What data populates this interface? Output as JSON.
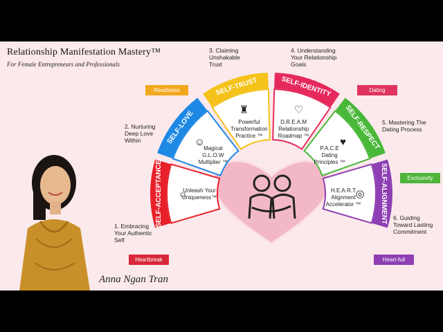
{
  "header": {
    "title": "Relationship Manifestation Mastery™",
    "subtitle": "For Female Entrepreneurs and Professionals"
  },
  "signature": "Anna Ngan Tran",
  "steps": [
    {
      "l1": "1. Embracing",
      "l2": "Your Authentic",
      "l3": "Self"
    },
    {
      "l1": "2. Nurturing",
      "l2": "Deep Love",
      "l3": "Within"
    },
    {
      "l1": "3. Claiming",
      "l2": "Unshakable",
      "l3": "Trust"
    },
    {
      "l1": "4. Understanding",
      "l2": "Your Relationship",
      "l3": "Goals"
    },
    {
      "l1": "5. Mastering The",
      "l2": "Dating Process",
      "l3": ""
    },
    {
      "l1": "6. Guiding",
      "l2": "Toward Lasting",
      "l3": "Commitment"
    }
  ],
  "tags": [
    "Heartbreak",
    "Readiness",
    "Dating",
    "Exclusivity",
    "Heart-full"
  ],
  "segments": [
    {
      "label": "SELF-ACCEPTANCE",
      "color": "#e8202a",
      "p1": "Unleash Your",
      "p2": "Uniqueness™",
      "p3": "",
      "icon": "sun-icon"
    },
    {
      "label": "SELF-LOVE",
      "color": "#1e88e5",
      "p1": "Magical",
      "p2": "G.L.O.W",
      "p3": "Multiplier ™",
      "icon": "smiley-icon"
    },
    {
      "label": "SELF-TRUST",
      "color": "#f4c21a",
      "p1": "Powerful",
      "p2": "Transformation",
      "p3": "Practice ™",
      "icon": "lighthouse-icon"
    },
    {
      "label": "SELF-IDENTITY",
      "color": "#e6295b",
      "p1": "D.R.E.A.M",
      "p2": "Relationship",
      "p3": "Roadmap ™",
      "icon": "heart-house-icon"
    },
    {
      "label": "SELF-RESPECT",
      "color": "#49b83a",
      "p1": "P.A.C.E",
      "p2": "Dating",
      "p3": "Principles ™",
      "icon": "head-heart-icon"
    },
    {
      "label": "SELF-ALIGNMENT",
      "color": "#8e3fb3",
      "p1": "H.E.A.R.T",
      "p2": "Alignment",
      "p3": "Accelerator ™",
      "icon": "ring-icon"
    }
  ],
  "colors": {
    "background": "#fbe9ec",
    "heart": "#f3b8c6",
    "tag_red": "#d7283a",
    "tag_orange": "#f2a81d",
    "tag_pink": "#e0335f",
    "tag_green": "#4eb43a",
    "tag_purple": "#8e3fb3"
  }
}
